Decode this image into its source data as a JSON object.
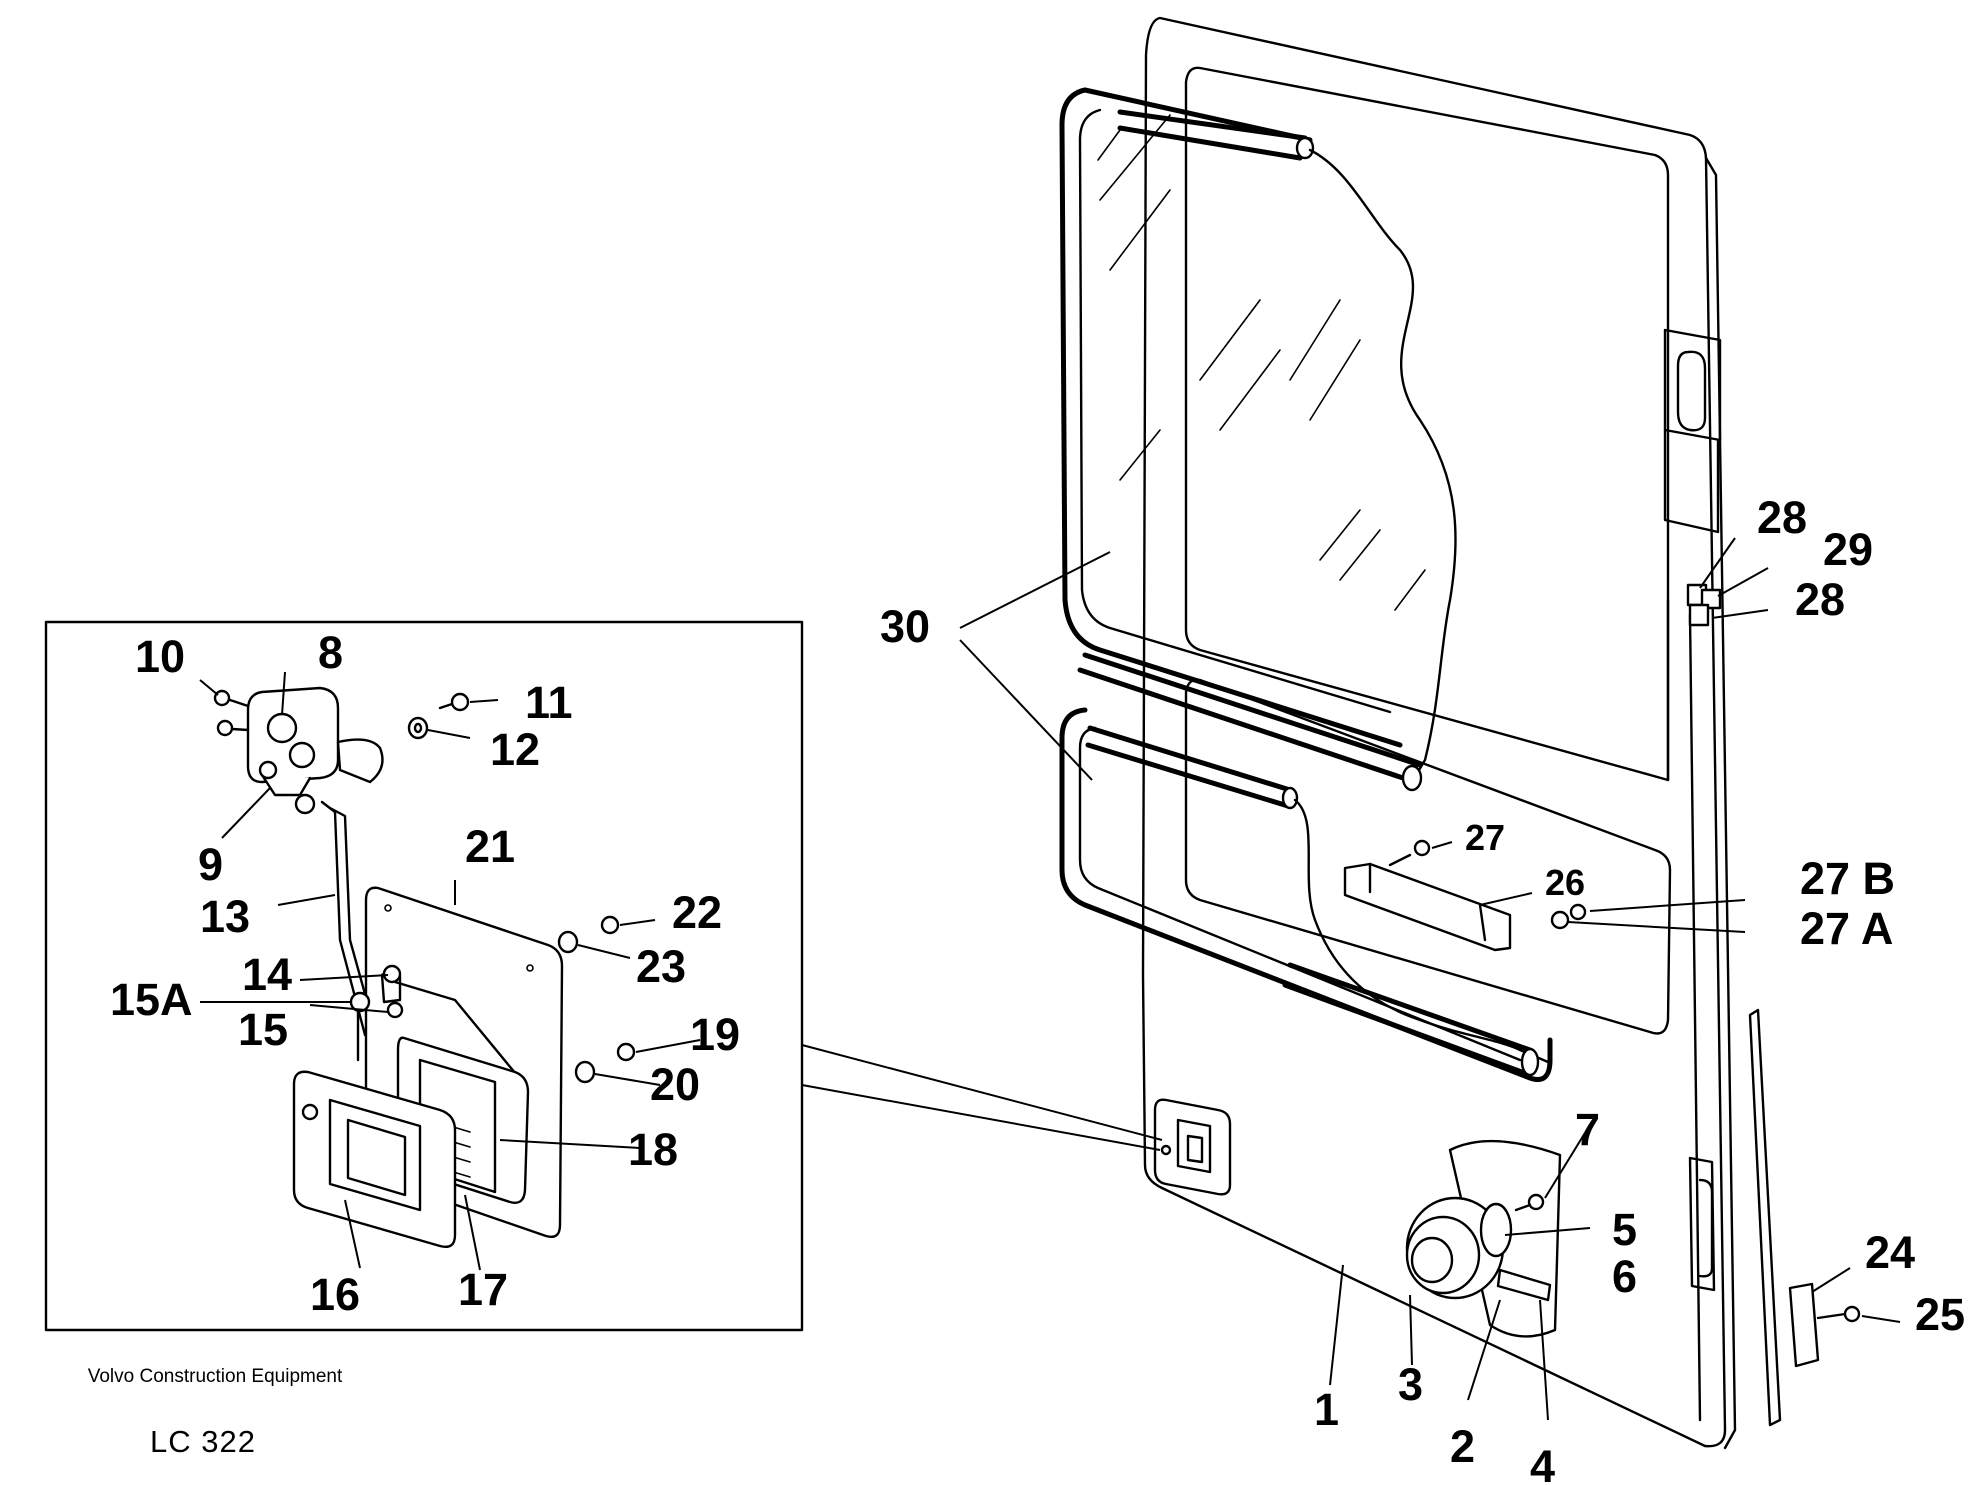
{
  "footer": {
    "company": "Volvo Construction Equipment",
    "drawing_code": "LC 322"
  },
  "labels": {
    "p1": "1",
    "p2": "2",
    "p3": "3",
    "p4": "4",
    "p5": "5",
    "p6": "6",
    "p7": "7",
    "p8": "8",
    "p9": "9",
    "p10": "10",
    "p11": "11",
    "p12": "12",
    "p13": "13",
    "p14": "14",
    "p15": "15",
    "p15A": "15A",
    "p16": "16",
    "p17": "17",
    "p18": "18",
    "p19": "19",
    "p20": "20",
    "p21": "21",
    "p22": "22",
    "p23": "23",
    "p24": "24",
    "p25": "25",
    "p26": "26",
    "p27": "27",
    "p27A": "27 A",
    "p27B": "27 B",
    "p28a": "28",
    "p28b": "28",
    "p29": "29",
    "p30": "30"
  }
}
